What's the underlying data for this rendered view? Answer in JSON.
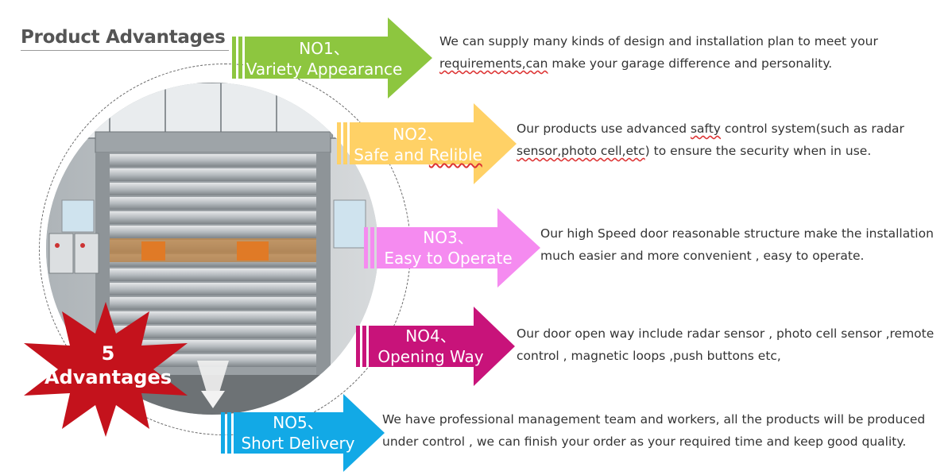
{
  "page": {
    "title": "Product Advantages"
  },
  "badge": {
    "number": "5",
    "label": "Advantages",
    "color": "#c4121c"
  },
  "advantages": [
    {
      "num": "NO1、",
      "name": "Variety Appearance",
      "color": "#8dc63f",
      "desc_line1": "We can supply many kinds of design and installation plan to meet your",
      "desc_line2_underlined": "requirements,can",
      "desc_line2_rest": " make your  garage difference and personality."
    },
    {
      "num": "NO2、",
      "name_pre": "Safe and ",
      "name_underlined": "Relible",
      "color": "#ffd166",
      "desc_line1_pre": "Our products  use advanced ",
      "desc_line1_underlined": "safty",
      "desc_line1_post": " control system(such as radar",
      "desc_line2_underlined": "sensor,photo cell,etc",
      "desc_line2_rest": ") to ensure the security when in use."
    },
    {
      "num": "NO3、",
      "name": "Easy to Operate",
      "color": "#f58bf0",
      "desc_line1": "Our high Speed door reasonable structure make the installation",
      "desc_line2": "much easier and more convenient , easy to operate."
    },
    {
      "num": "NO4、",
      "name": "Opening Way",
      "color": "#c8137a",
      "desc_line1": "Our door open way include radar sensor , photo cell sensor ,remote",
      "desc_line2": "control , magnetic loops ,push buttons etc,"
    },
    {
      "num": "NO5、",
      "name": "Short Delivery",
      "color": "#12a9e6",
      "desc_line1": "We have professional management team and workers, all the products will be produced",
      "desc_line2": "under control , we can finish your order as your required time and keep good quality."
    }
  ]
}
